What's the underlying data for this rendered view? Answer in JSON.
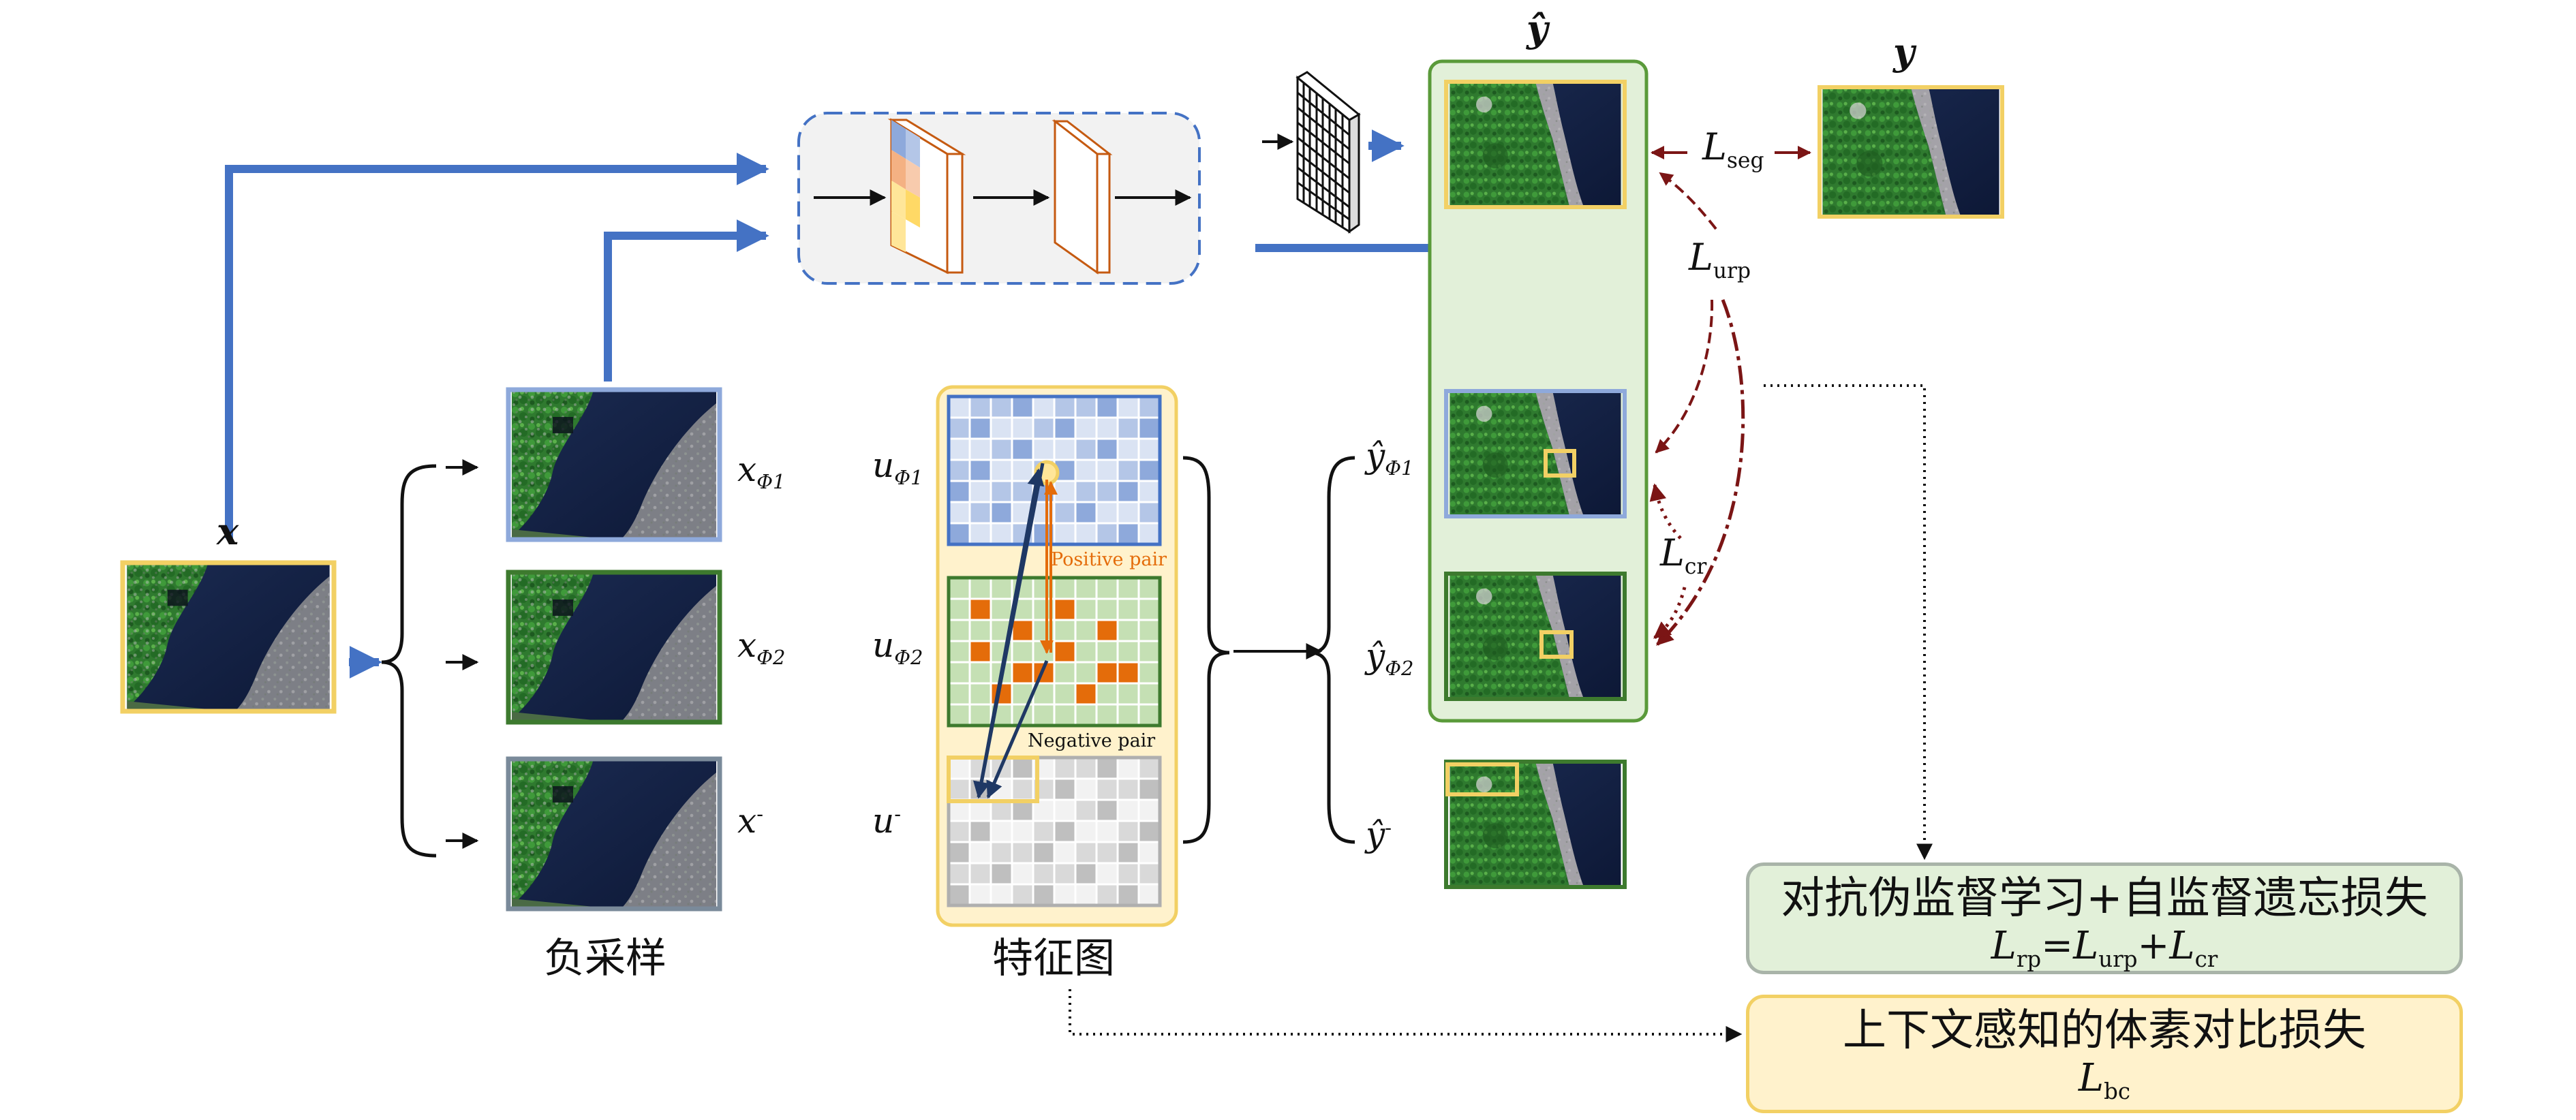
{
  "labels": {
    "y_hat": "ŷ",
    "y": "y",
    "x": "x",
    "L": "L",
    "seg": "seg",
    "urp": "urp",
    "cr": "cr",
    "x_phi1_base": "x",
    "x_phi1_sub": "Φ1",
    "x_phi2_base": "x",
    "x_phi2_sub": "Φ2",
    "x_neg_base": "x",
    "x_neg_sup": "-",
    "u_phi1_base": "u",
    "u_phi1_sub": "Φ1",
    "u_phi2_base": "u",
    "u_phi2_sub": "Φ2",
    "u_neg_base": "u",
    "u_neg_sup": "-",
    "yhat_phi1_base": "ŷ",
    "yhat_phi1_sub": "Φ1",
    "yhat_phi2_base": "ŷ",
    "yhat_phi2_sub": "Φ2",
    "yhat_neg_base": "ŷ",
    "yhat_neg_sup": "-",
    "positive_pair": "Positive pair",
    "negative_pair": "Negative pair",
    "neg_sampling": "负采样",
    "feature_map": "特征图"
  },
  "boxes": {
    "adv_title": "对抗伪监督学习+自监督遗忘损失",
    "adv_L1": "L",
    "adv_rp": "rp",
    "adv_eq": "=",
    "adv_L2": "L",
    "adv_urp": "urp",
    "adv_plus": "+",
    "adv_L3": "L",
    "adv_cr": "cr",
    "voxel_title": "上下文感知的体素对比损失",
    "voxel_L": "L",
    "voxel_bc": "bc"
  },
  "colors": {
    "blue_arrow": "#4472C4",
    "dark_red": "#7B1515",
    "green_panel": "#E2F0D9",
    "green_border": "#5A9A3A",
    "yellow_panel": "#FFF2CC",
    "yellow_border": "#F2D064",
    "orange": "#E46C0A",
    "navy": "#1F3864"
  }
}
